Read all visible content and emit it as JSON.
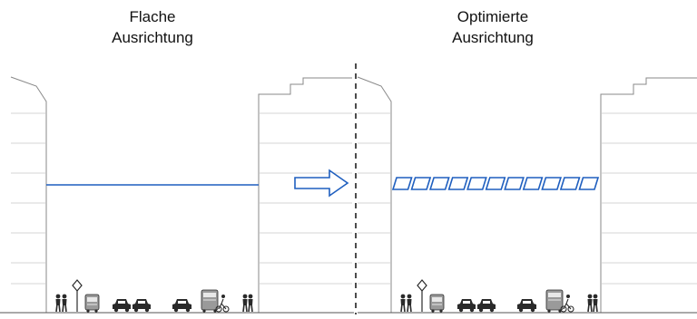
{
  "left_panel": {
    "title_line1": "Flache",
    "title_line2": "Ausrichtung",
    "cable_style": "flat"
  },
  "right_panel": {
    "title_line1": "Optimierte",
    "title_line2": "Ausrichtung",
    "cable_style": "segmented",
    "segment_count": 11
  },
  "colors": {
    "cable": "#1f5fbf",
    "building_stroke": "#888888",
    "floor_line": "#d4d4d4",
    "divider": "#111111",
    "street_objects": "#2a2a2a"
  },
  "icons": [
    "transition-arrow-icon",
    "pedestrian-icon",
    "street-sign-icon",
    "bus-icon",
    "car-icon",
    "cyclist-icon"
  ]
}
